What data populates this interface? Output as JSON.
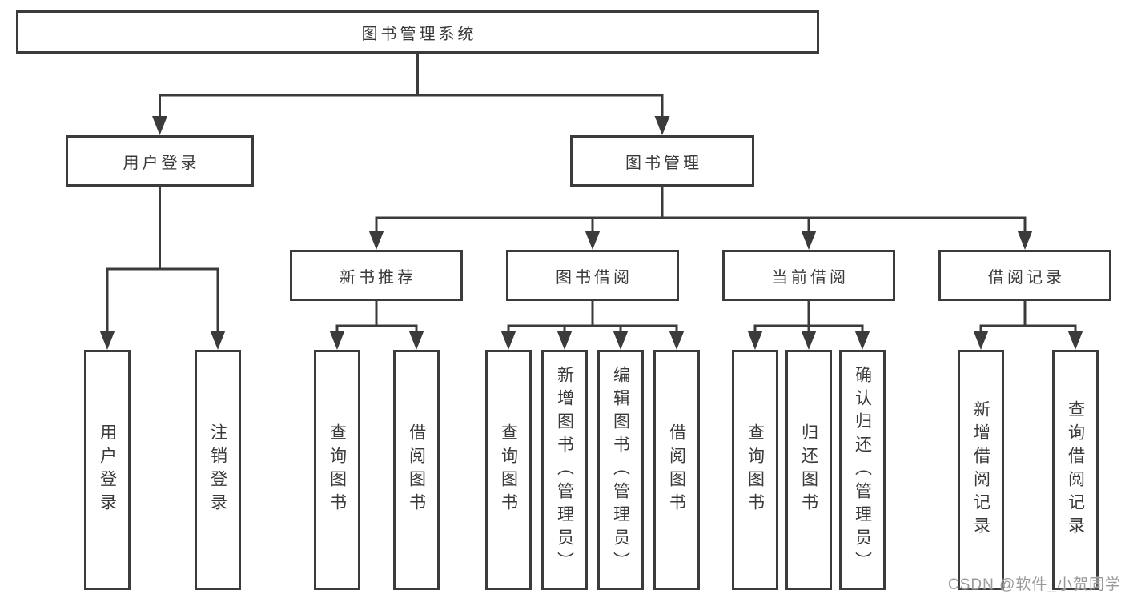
{
  "tree": {
    "root": {
      "label": "图书管理系统"
    },
    "level2": [
      {
        "label": "用户登录"
      },
      {
        "label": "图书管理"
      }
    ],
    "level3": [
      {
        "label": "新书推荐"
      },
      {
        "label": "图书借阅"
      },
      {
        "label": "当前借阅"
      },
      {
        "label": "借阅记录"
      }
    ],
    "leaves": {
      "user_login": [
        {
          "label": "用户登录"
        },
        {
          "label": "注销登录"
        }
      ],
      "new_books": [
        {
          "label": "查询图书"
        },
        {
          "label": "借阅图书"
        }
      ],
      "book_borrow": [
        {
          "label": "查询图书"
        },
        {
          "label": "新增图书（管理员）"
        },
        {
          "label": "编辑图书（管理员）"
        },
        {
          "label": "借阅图书"
        }
      ],
      "current_borrow": [
        {
          "label": "查询图书"
        },
        {
          "label": "归还图书"
        },
        {
          "label": "确认归还（管理员）"
        }
      ],
      "borrow_records": [
        {
          "label": "新增借阅记录"
        },
        {
          "label": "查询借阅记录"
        }
      ]
    }
  },
  "watermark": {
    "text": "CSDN @软件_小贺同学"
  },
  "colors": {
    "line": "#3b3b3b",
    "text": "#3a3a3a",
    "background": "#ffffff",
    "watermark": "#9a9a9a"
  }
}
